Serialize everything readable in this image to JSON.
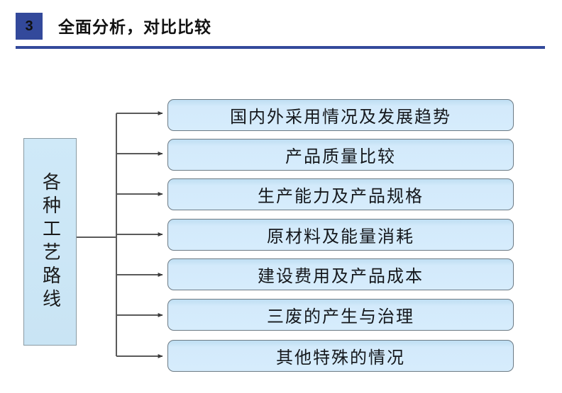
{
  "header": {
    "step_number": "3",
    "title": "全面分析，对比比较",
    "accent_color": "#33499b"
  },
  "diagram": {
    "type": "tree",
    "orientation": "left-to-right",
    "root": {
      "label": "各种工艺路线",
      "text_direction": "vertical",
      "fill_color": "#cce7f5",
      "border_color": "#8a9aa3"
    },
    "branch_style": {
      "line_color": "#4d4d4d",
      "arrowhead": "filled-triangle"
    },
    "leaf_fill_color": "#d3eafb",
    "leaf_border_color": "#6c7a84",
    "leaves": [
      {
        "label": "国内外采用情况及发展趋势"
      },
      {
        "label": "产品质量比较"
      },
      {
        "label": "生产能力及产品规格"
      },
      {
        "label": "原材料及能量消耗"
      },
      {
        "label": "建设费用及产品成本"
      },
      {
        "label": "三废的产生与治理"
      },
      {
        "label": "其他特殊的情况"
      }
    ]
  }
}
